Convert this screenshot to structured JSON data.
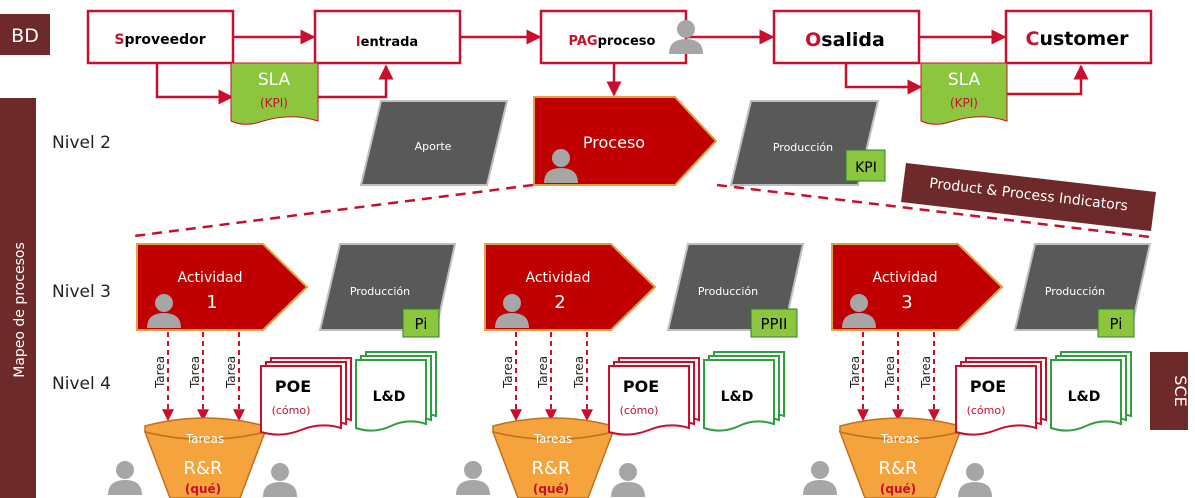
{
  "badges": {
    "left_top": "BD",
    "left_side": "Mapeo de procesos",
    "right_side": "SCE"
  },
  "top_row": {
    "boxes": [
      {
        "letter": "S",
        "label": "proveedor"
      },
      {
        "letter": "I",
        "label": "entrada"
      },
      {
        "letter": "PAG",
        "label": "proceso"
      },
      {
        "letter": "O",
        "label": "salida"
      },
      {
        "letter": "C",
        "label": "ustomer"
      }
    ],
    "sla_notes": [
      {
        "title": "SLA",
        "sub": "(KPI)"
      },
      {
        "title": "SLA",
        "sub": "(KPI)"
      }
    ]
  },
  "levels": {
    "n2": "Nivel 2",
    "n3": "Nivel 3",
    "n4": "Nivel 4"
  },
  "nivel2": {
    "aporte": "Aporte",
    "proceso": "Proceso",
    "produccion": "Producción",
    "kpi": "KPI"
  },
  "banner": "Product & Process Indicators",
  "activities": [
    {
      "title": "Actividad",
      "number": "1",
      "produccion": "Producción",
      "indicator": "Pi",
      "tareas": [
        "Tarea",
        "Tarea",
        "Tarea"
      ],
      "funnel_label": "Tareas",
      "funnel_main": "R&R",
      "funnel_sub": "(qué)",
      "poe": "POE",
      "poe_sub": "(cómo)",
      "ld": "L&D"
    },
    {
      "title": "Actividad",
      "number": "2",
      "produccion": "Producción",
      "indicator": "PPII",
      "tareas": [
        "Tarea",
        "Tarea",
        "Tarea"
      ],
      "funnel_label": "Tareas",
      "funnel_main": "R&R",
      "funnel_sub": "(qué)",
      "poe": "POE",
      "poe_sub": "(cómo)",
      "ld": "L&D"
    },
    {
      "title": "Actividad",
      "number": "3",
      "produccion": "Producción",
      "indicator": "Pi",
      "tareas": [
        "Tarea",
        "Tarea",
        "Tarea"
      ],
      "funnel_label": "Tareas",
      "funnel_main": "R&R",
      "funnel_sub": "(qué)",
      "poe": "POE",
      "poe_sub": "(cómo)",
      "ld": "L&D"
    }
  ],
  "colors": {
    "red": "#c00000",
    "maroon": "#6e2a2a",
    "gray": "#555555",
    "green": "#8cc63f",
    "orange": "#f5a33c",
    "ldgreen": "#2e9e3e"
  }
}
